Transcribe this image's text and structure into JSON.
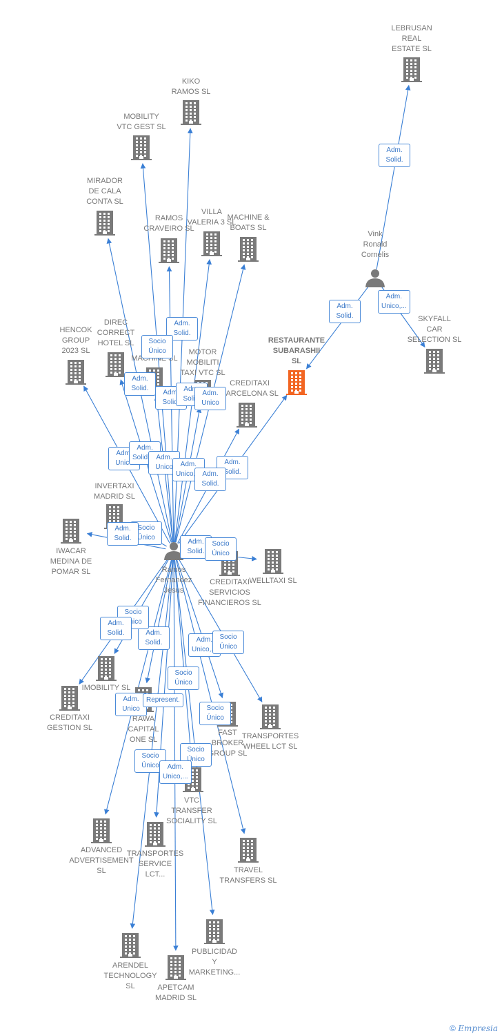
{
  "colors": {
    "company": "#7a7a7a",
    "focus_company": "#f26522",
    "person": "#7a7a7a",
    "edge": "#3a7fd5"
  },
  "nodes": [
    {
      "id": "lebrusan",
      "type": "company",
      "label": "LEBRUSAN\nREAL\nESTATE  SL"
    },
    {
      "id": "kiko",
      "type": "company",
      "label": "KIKO\nRAMOS SL"
    },
    {
      "id": "mobility",
      "type": "company",
      "label": "MOBILITY\nVTC GEST  SL"
    },
    {
      "id": "mirador",
      "type": "company",
      "label": "MIRADOR\nDE CALA\nCONTA  SL"
    },
    {
      "id": "ramos_craveiro",
      "type": "company",
      "label": "RAMOS\nCRAVEIRO SL"
    },
    {
      "id": "villa",
      "type": "company",
      "label": "VILLA\nVALERIA 3  SL"
    },
    {
      "id": "machine_boats",
      "type": "company",
      "label": "MACHINE &\nBOATS SL"
    },
    {
      "id": "vink",
      "type": "person",
      "label": "Vink\nRonald\nCornelis"
    },
    {
      "id": "restaurante",
      "type": "focus",
      "label": "RESTAURANTE\nSUBARASHII\nSL"
    },
    {
      "id": "skyfall",
      "type": "company",
      "label": "SKYFALL\nCAR\nSELECTION  SL"
    },
    {
      "id": "hencok",
      "type": "company",
      "label": "HENCOK\nGROUP\n2023  SL"
    },
    {
      "id": "direc",
      "type": "company",
      "label": "DIREC\nCORRECT\nHOTEL  SL"
    },
    {
      "id": "bi_machine",
      "type": "company",
      "label": "BI\nMACHINE  SL"
    },
    {
      "id": "motor",
      "type": "company",
      "label": "MOTOR\nMOBILITI\nTAXI VTC  SL"
    },
    {
      "id": "creditaxi_bcn",
      "type": "company",
      "label": "CREDITAXI\nBARCELONA SL"
    },
    {
      "id": "invertaxi",
      "type": "company",
      "label": "INVERTAXI\nMADRID  SL"
    },
    {
      "id": "iwacar",
      "type": "company",
      "label": "IWACAR\nMEDINA DE\nPOMAR  SL"
    },
    {
      "id": "ramos_fj",
      "type": "person",
      "label": "Ramos\nFernandez\nJesus"
    },
    {
      "id": "creditaxi_sf",
      "type": "company",
      "label": "CREDITAXI\nSERVICIOS\nFINANCIEROS SL"
    },
    {
      "id": "welltaxi",
      "type": "company",
      "label": "WELLTAXI  SL"
    },
    {
      "id": "imobility",
      "type": "company",
      "label": "IMOBILITY  SL"
    },
    {
      "id": "creditaxi_gestion",
      "type": "company",
      "label": "CREDITAXI\nGESTION SL"
    },
    {
      "id": "rawa",
      "type": "company",
      "label": "RAWA\nCAPITAL\nONE  SL"
    },
    {
      "id": "fast_broker",
      "type": "company",
      "label": "FAST\nBROKER\nGROUP  SL"
    },
    {
      "id": "transportes_wheel",
      "type": "company",
      "label": "TRANSPORTES\nWHEEL LCT  SL"
    },
    {
      "id": "vtc_transfer",
      "type": "company",
      "label": "VTC\nTRANSFER\nSOCIALITY  SL"
    },
    {
      "id": "advanced",
      "type": "company",
      "label": "ADVANCED\nADVERTISEMENT\nSL"
    },
    {
      "id": "transportes_service",
      "type": "company",
      "label": "TRANSPORTES\nSERVICE\nLCT..."
    },
    {
      "id": "travel",
      "type": "company",
      "label": "TRAVEL\nTRANSFERS SL"
    },
    {
      "id": "arendel",
      "type": "company",
      "label": "ARENDEL\nTECHNOLOGY\nSL"
    },
    {
      "id": "apetcam",
      "type": "company",
      "label": "APETCAM\nMADRID  SL"
    },
    {
      "id": "publicidad",
      "type": "company",
      "label": "PUBLICIDAD\nY\nMARKETING..."
    }
  ],
  "edges": [
    {
      "from": "vink",
      "to": "lebrusan",
      "label": "Adm.\nSolid."
    },
    {
      "from": "vink",
      "to": "restaurante",
      "label": "Adm.\nSolid."
    },
    {
      "from": "vink",
      "to": "skyfall",
      "label": "Adm.\nUnico,..."
    },
    {
      "from": "ramos_fj",
      "to": "kiko",
      "label": "Adm.\nSolid."
    },
    {
      "from": "ramos_fj",
      "to": "mobility",
      "label": "Socio\nÚnico"
    },
    {
      "from": "ramos_fj",
      "to": "mirador",
      "label": "Adm.\nSolid."
    },
    {
      "from": "ramos_fj",
      "to": "ramos_craveiro",
      "label": "Adm.\nSolid."
    },
    {
      "from": "ramos_fj",
      "to": "villa",
      "label": "Adm.\nSolid."
    },
    {
      "from": "ramos_fj",
      "to": "machine_boats",
      "label": "Adm.\nUnico"
    },
    {
      "from": "ramos_fj",
      "to": "restaurante",
      "label": "Adm.\nSolid."
    },
    {
      "from": "ramos_fj",
      "to": "hencok",
      "label": "Adm.\nUnico"
    },
    {
      "from": "ramos_fj",
      "to": "direc",
      "label": "Adm.\nSolid.,..."
    },
    {
      "from": "ramos_fj",
      "to": "bi_machine",
      "label": "Adm.\nUnico"
    },
    {
      "from": "ramos_fj",
      "to": "motor",
      "label": "Adm.\nUnico,..."
    },
    {
      "from": "ramos_fj",
      "to": "creditaxi_bcn",
      "label": "Adm.\nSolid."
    },
    {
      "from": "ramos_fj",
      "to": "invertaxi",
      "label": "Socio\nÚnico"
    },
    {
      "from": "ramos_fj",
      "to": "iwacar",
      "label": "Adm.\nSolid."
    },
    {
      "from": "ramos_fj",
      "to": "creditaxi_sf",
      "label": "Adm.\nSolid."
    },
    {
      "from": "ramos_fj",
      "to": "welltaxi",
      "label": "Socio\nÚnico"
    },
    {
      "from": "ramos_fj",
      "to": "imobility",
      "label": "Adm.\nSolid."
    },
    {
      "from": "ramos_fj",
      "to": "creditaxi_gestion",
      "label": "Socio\nÚnico"
    },
    {
      "from": "ramos_fj",
      "to": "rawa",
      "label": "Adm.\nSolid."
    },
    {
      "from": "ramos_fj",
      "to": "fast_broker",
      "label": "Adm.\nUnico,..."
    },
    {
      "from": "ramos_fj",
      "to": "transportes_wheel",
      "label": "Socio\nÚnico"
    },
    {
      "from": "ramos_fj",
      "to": "vtc_transfer",
      "label": "Socio\nÚnico"
    },
    {
      "from": "ramos_fj",
      "to": "advanced",
      "label": "Adm.\nUnico"
    },
    {
      "from": "ramos_fj",
      "to": "transportes_service",
      "label": "Represent."
    },
    {
      "from": "ramos_fj",
      "to": "travel",
      "label": "Socio\nÚnico"
    },
    {
      "from": "ramos_fj",
      "to": "arendel",
      "label": "Socio\nÚnico"
    },
    {
      "from": "ramos_fj",
      "to": "apetcam",
      "label": "Adm.\nUnico,..."
    },
    {
      "from": "ramos_fj",
      "to": "publicidad",
      "label": "Socio\nÚnico"
    }
  ],
  "footer": {
    "symbol": "©",
    "brand": "Empresia"
  }
}
